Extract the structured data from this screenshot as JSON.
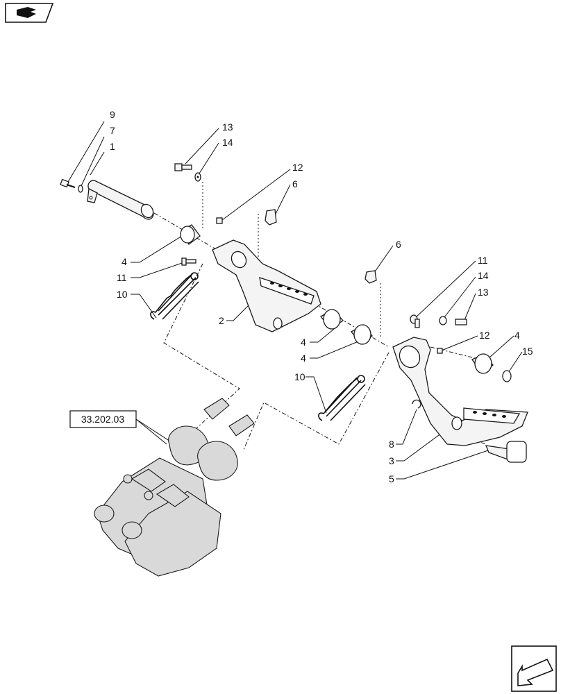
{
  "reference": "33.202.03",
  "callouts": [
    {
      "id": "c9",
      "label": "9"
    },
    {
      "id": "c7",
      "label": "7"
    },
    {
      "id": "c1",
      "label": "1"
    },
    {
      "id": "c13a",
      "label": "13"
    },
    {
      "id": "c14a",
      "label": "14"
    },
    {
      "id": "c12a",
      "label": "12"
    },
    {
      "id": "c6a",
      "label": "6"
    },
    {
      "id": "c4a",
      "label": "4"
    },
    {
      "id": "c11a",
      "label": "11"
    },
    {
      "id": "c10a",
      "label": "10"
    },
    {
      "id": "c2",
      "label": "2"
    },
    {
      "id": "c6b",
      "label": "6"
    },
    {
      "id": "c11b",
      "label": "11"
    },
    {
      "id": "c14b",
      "label": "14"
    },
    {
      "id": "c13b",
      "label": "13"
    },
    {
      "id": "c4b",
      "label": "4"
    },
    {
      "id": "c4c",
      "label": "4"
    },
    {
      "id": "c12b",
      "label": "12"
    },
    {
      "id": "c4d",
      "label": "4"
    },
    {
      "id": "c15",
      "label": "15"
    },
    {
      "id": "c10b",
      "label": "10"
    },
    {
      "id": "c8",
      "label": "8"
    },
    {
      "id": "c3",
      "label": "3"
    },
    {
      "id": "c5",
      "label": "5"
    }
  ],
  "icons": {
    "header": "part-book-icon",
    "footer": "next-page-arrow-icon"
  }
}
